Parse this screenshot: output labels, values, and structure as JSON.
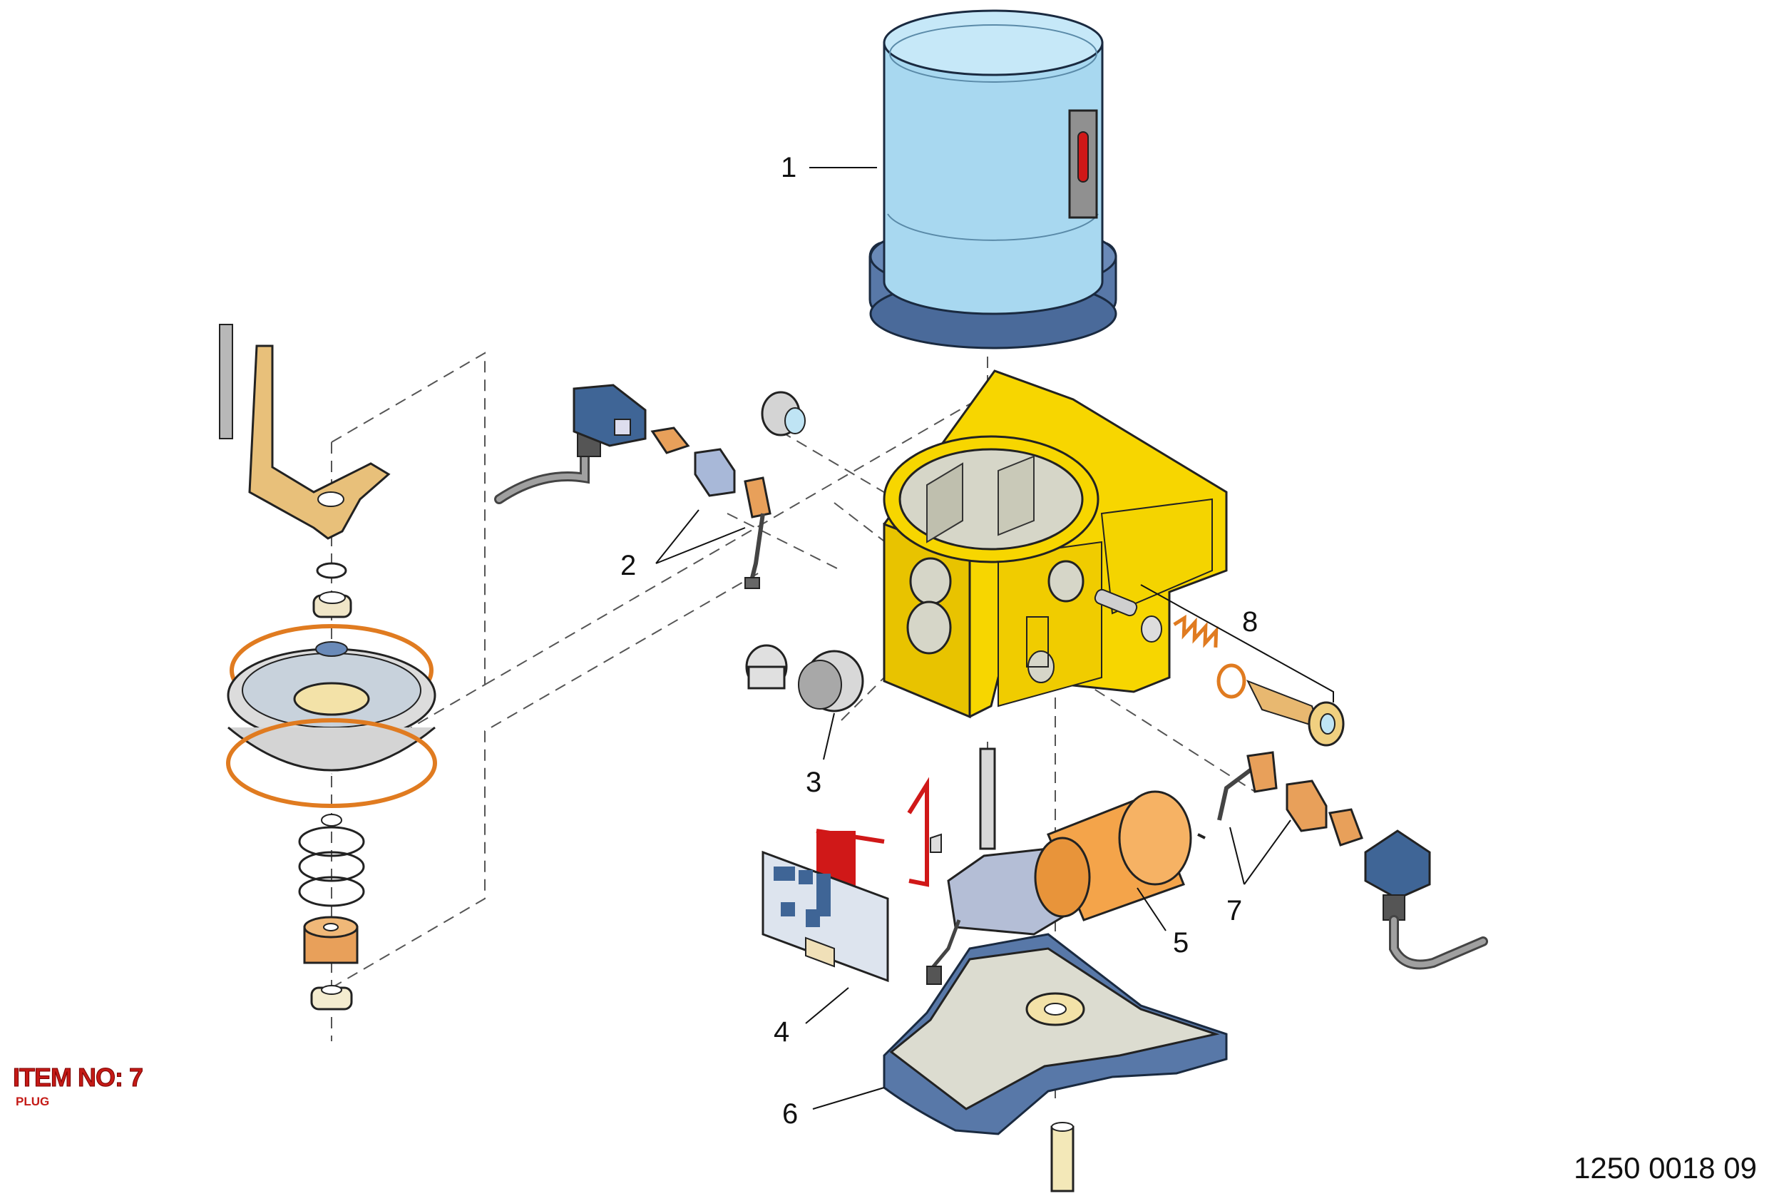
{
  "callouts": [
    {
      "id": "1",
      "label": "1"
    },
    {
      "id": "2",
      "label": "2"
    },
    {
      "id": "3",
      "label": "3"
    },
    {
      "id": "4",
      "label": "4"
    },
    {
      "id": "5",
      "label": "5"
    },
    {
      "id": "6",
      "label": "6"
    },
    {
      "id": "7",
      "label": "7"
    },
    {
      "id": "8",
      "label": "8"
    }
  ],
  "item_note": {
    "title": "ITEM NO: 7",
    "subtitle": "PLUG"
  },
  "document_number": "1250 0018 09",
  "colors": {
    "housing": "#f7d600",
    "reservoir": "#a8d8f0",
    "base_blue": "#5878a8",
    "motor": "#f4a44a",
    "connector": "#3f6596",
    "gasket": "#e8a05a",
    "ring": "#e07b20",
    "wire_red": "#d01818"
  }
}
